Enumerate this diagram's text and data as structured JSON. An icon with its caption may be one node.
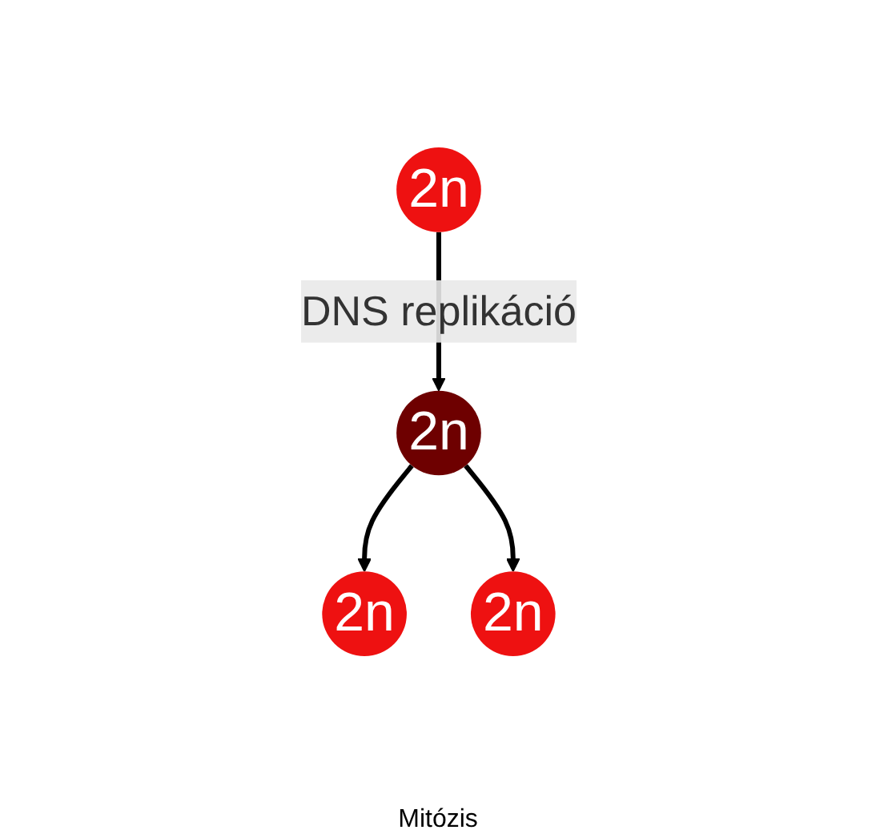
{
  "diagram": {
    "nodes": [
      {
        "text": [
          "2n"
        ]
      },
      {
        "text": [
          "2n"
        ]
      },
      {
        "text": [
          "2n"
        ]
      },
      {
        "text": [
          "2n"
        ]
      }
    ],
    "edges": [
      {
        "from": 0,
        "to": 1,
        "arrow": "to",
        "label": "DNS replikáció"
      },
      {
        "from": 1,
        "to": 2,
        "arrow": "to"
      },
      {
        "from": 1,
        "to": 3,
        "arrow": "to"
      }
    ],
    "labels": [
      "Mitózis"
    ]
  }
}
